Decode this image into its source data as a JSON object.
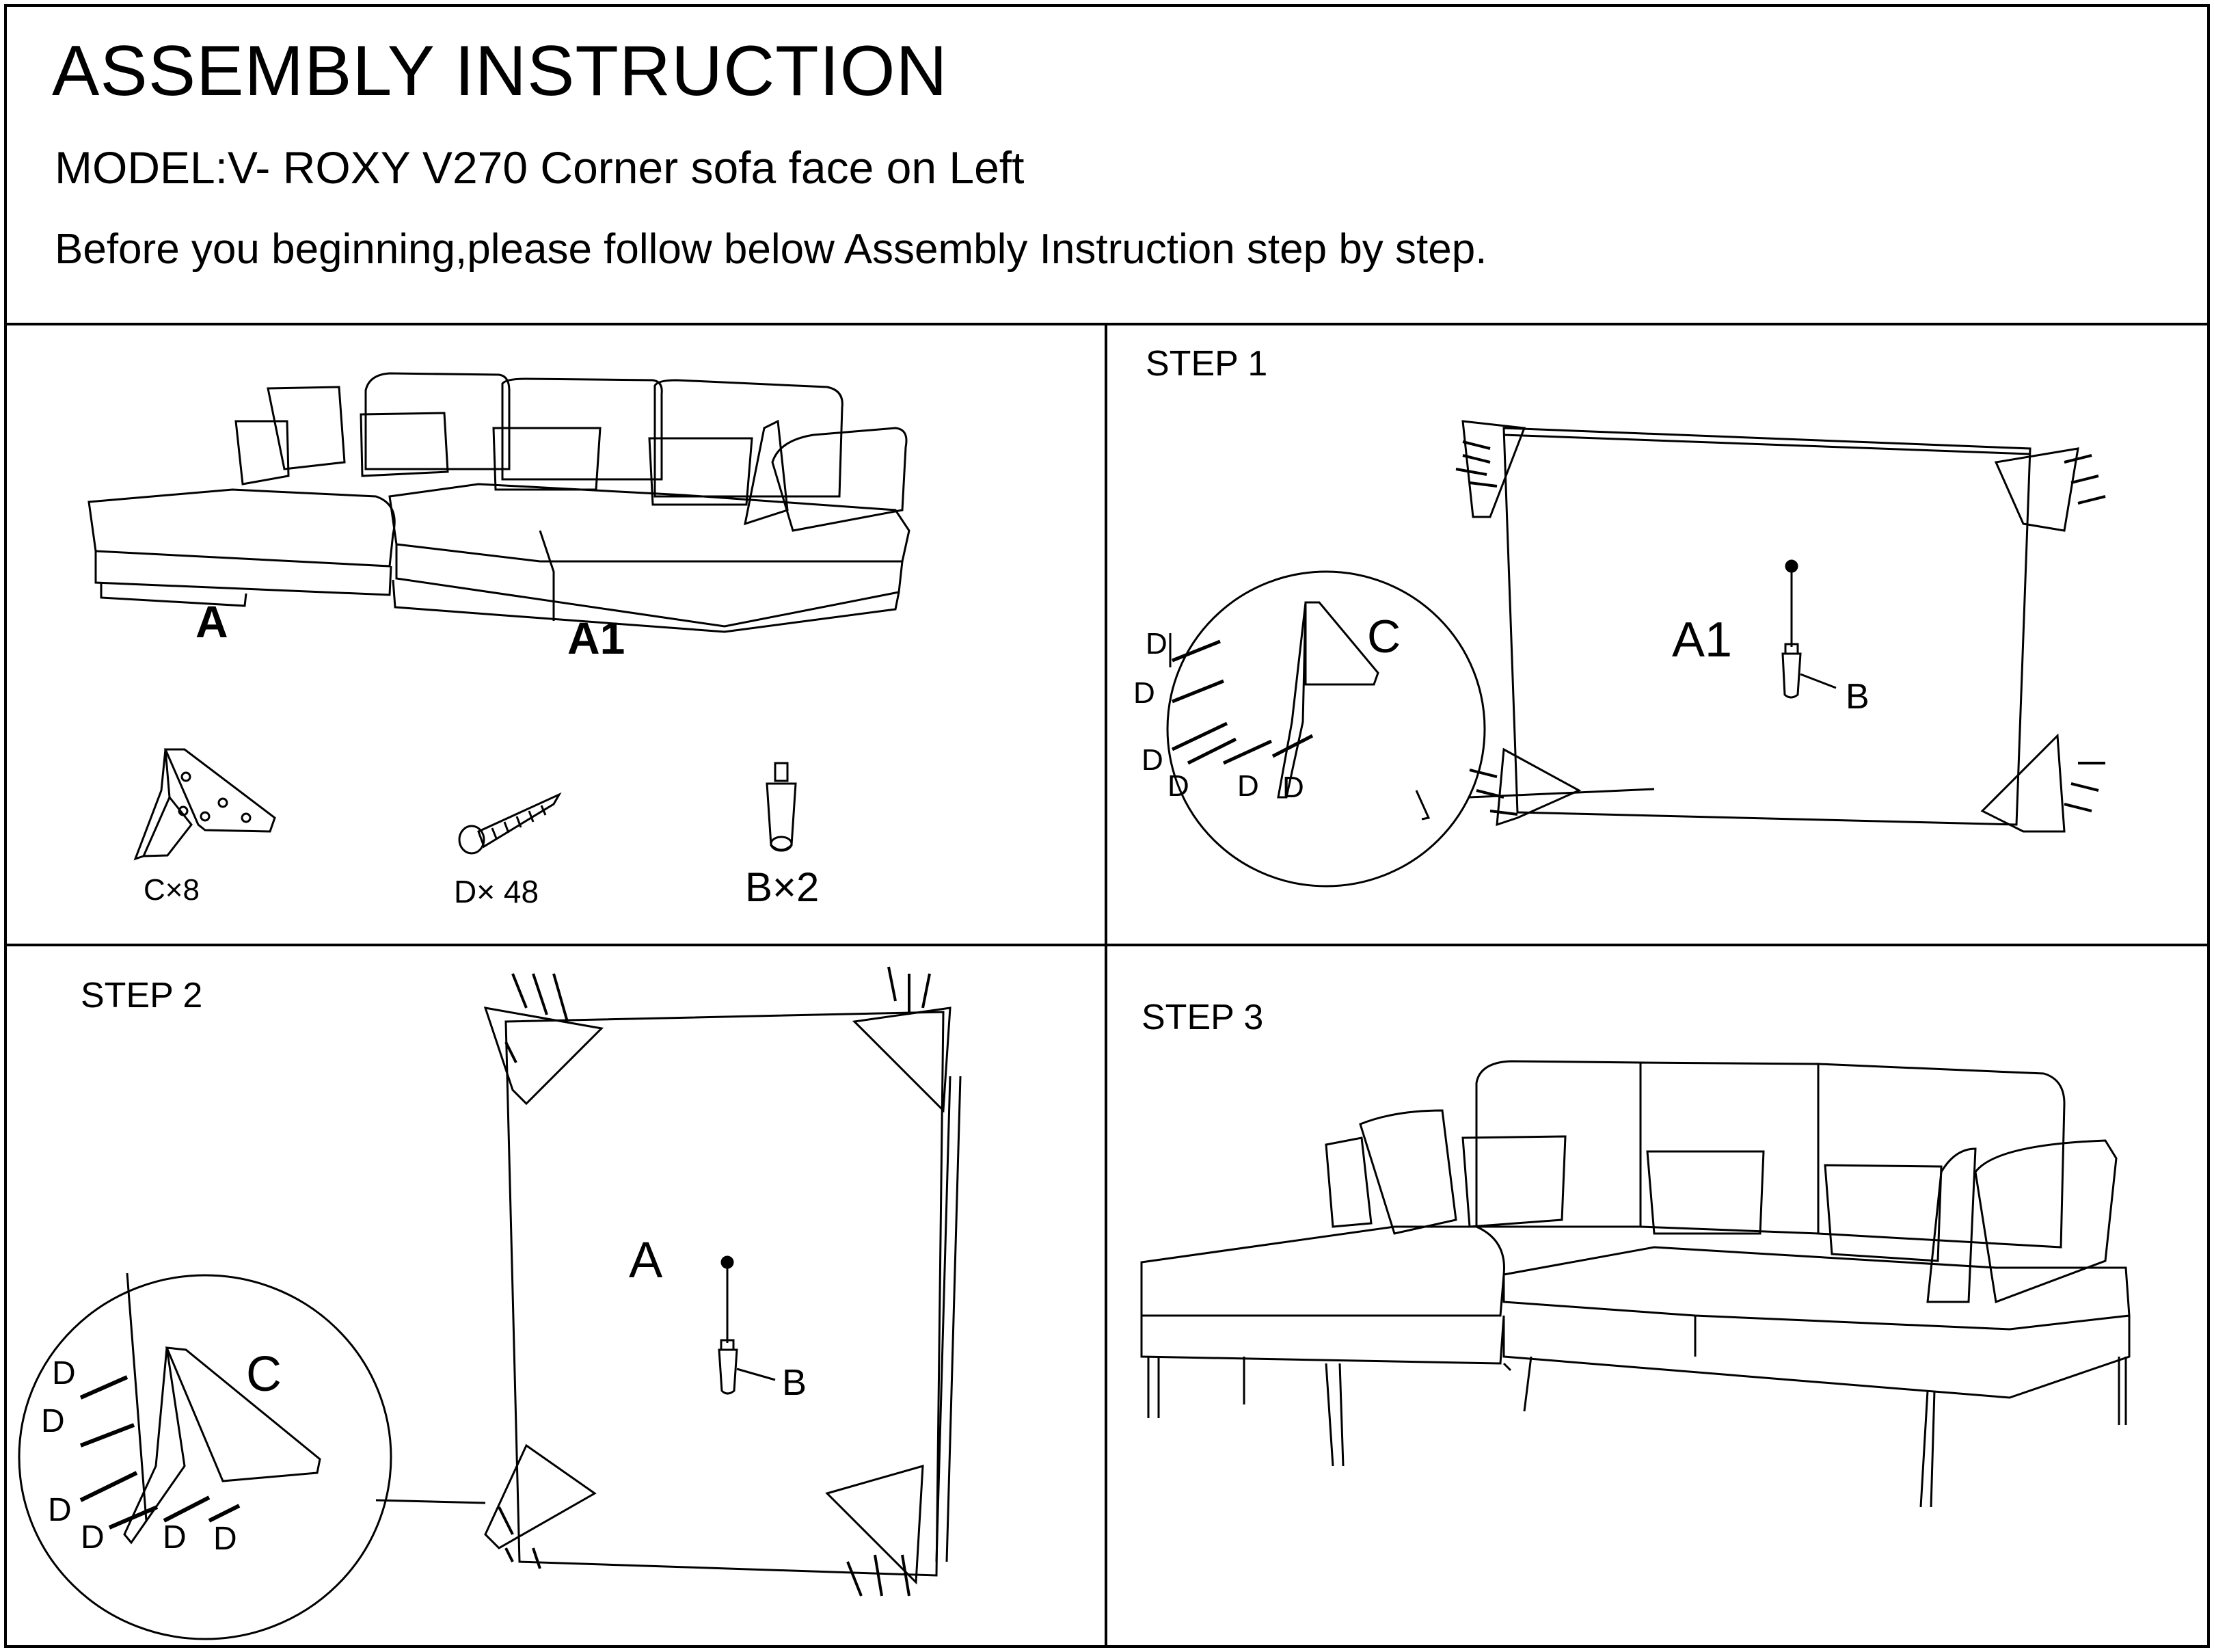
{
  "header": {
    "title": "ASSEMBLY INSTRUCTION",
    "model": "MODEL:V- ROXY V270 Corner sofa face on Left",
    "intro": "Before you beginning,please follow below Assembly Instruction step by step."
  },
  "overview": {
    "label_a": "A",
    "label_a1": "A1",
    "parts": [
      {
        "label": "C×8"
      },
      {
        "label": "D× 48"
      },
      {
        "label": "B×2"
      }
    ]
  },
  "step1": {
    "label": "STEP 1",
    "part_label": "A1",
    "leg_label": "B",
    "bracket_label": "C",
    "screw_label": "D"
  },
  "step2": {
    "label": "STEP 2",
    "part_label": "A",
    "leg_label": "B",
    "bracket_label": "C",
    "screw_label": "D"
  },
  "step3": {
    "label": "STEP 3"
  },
  "colors": {
    "line": "#000000",
    "background": "#ffffff"
  },
  "icons": [
    "sofa-illustration",
    "corner-bracket-icon",
    "screw-icon",
    "leg-icon",
    "magnifier-circle"
  ]
}
